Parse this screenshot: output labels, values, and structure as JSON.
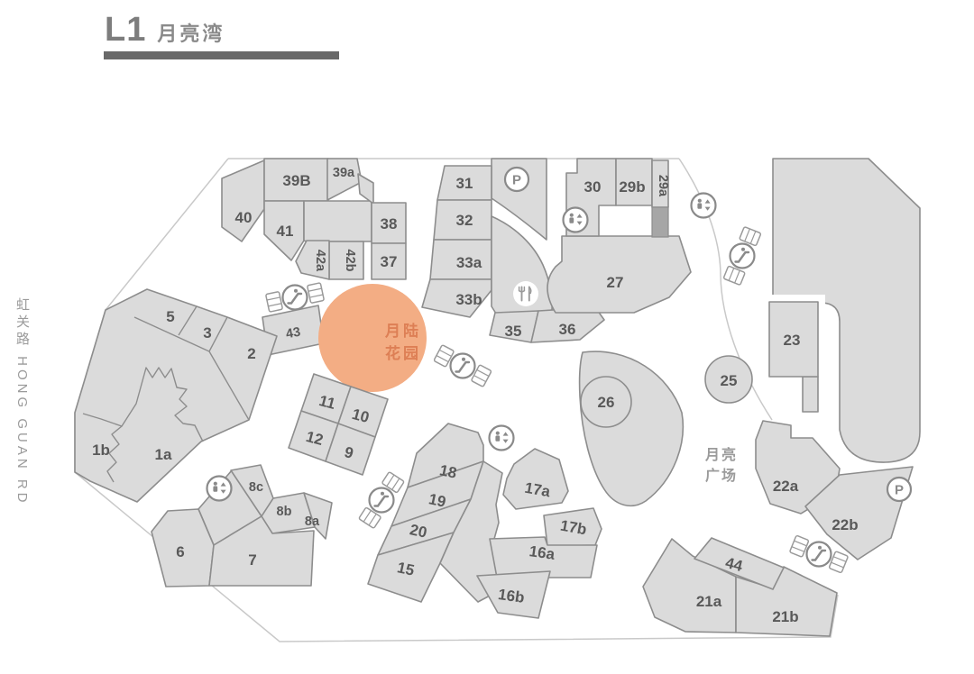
{
  "title": {
    "floor": "L1",
    "name": "月亮湾"
  },
  "road_label": "虹关路 HONG GUAN RD",
  "landmarks": {
    "garden_line1": "月陆",
    "garden_line2": "花园",
    "plaza_line1": "月亮",
    "plaza_line2": "广场"
  },
  "icons": {
    "parking_letter": "P",
    "legend": [
      "parking-icon",
      "elevator-icon",
      "dining-icon",
      "escalator-icon"
    ]
  },
  "colors": {
    "unit_fill": "#dbdbdb",
    "unit_border": "#8d8d8d",
    "orange_circle": "#f3ad84",
    "orange_text": "#dd7f55",
    "dark_strip": "#a6a6a6",
    "title_bar": "#696969",
    "gray_text": "#9b9b9b",
    "label_text": "#595959",
    "site_outline": "#c9c9c9"
  },
  "units": {
    "u1a": "1a",
    "u1b": "1b",
    "u2": "2",
    "u3": "3",
    "u5": "5",
    "u6": "6",
    "u7": "7",
    "u8a": "8a",
    "u8b": "8b",
    "u8c": "8c",
    "u9": "9",
    "u10": "10",
    "u11": "11",
    "u12": "12",
    "u15": "15",
    "u16a": "16a",
    "u16b": "16b",
    "u17a": "17a",
    "u17b": "17b",
    "u18": "18",
    "u19": "19",
    "u20": "20",
    "u21a": "21a",
    "u21b": "21b",
    "u22a": "22a",
    "u22b": "22b",
    "u23": "23",
    "u25": "25",
    "u26": "26",
    "u27": "27",
    "u29a": "29a",
    "u29b": "29b",
    "u30": "30",
    "u31": "31",
    "u32": "32",
    "u33a": "33a",
    "u33b": "33b",
    "u35": "35",
    "u36": "36",
    "u37": "37",
    "u38": "38",
    "u39a": "39a",
    "u39B": "39B",
    "u40": "40",
    "u41": "41",
    "u42a": "42a",
    "u42b": "42b",
    "u43": "43",
    "u44": "44"
  }
}
